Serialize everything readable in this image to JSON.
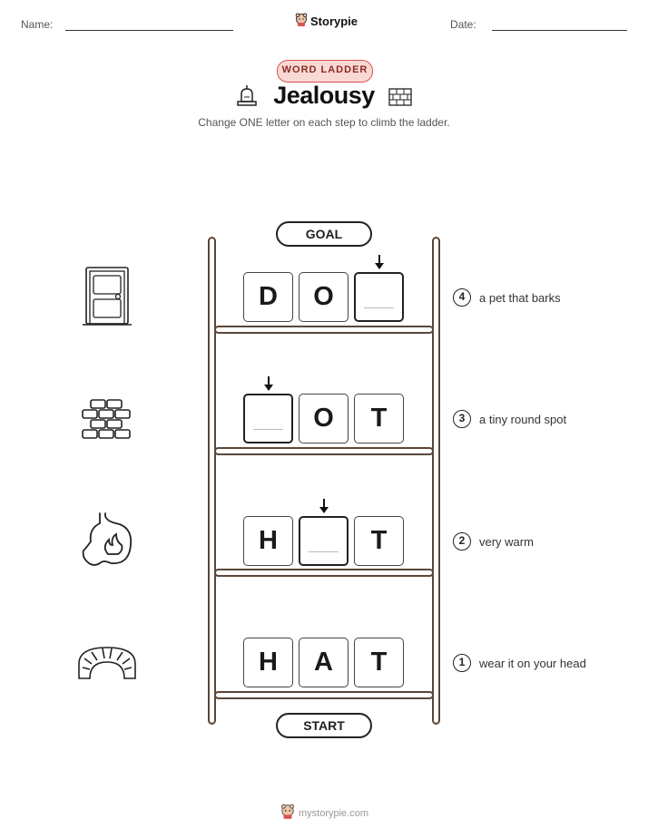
{
  "header": {
    "name_label": "Name:",
    "date_label": "Date:",
    "brand": "Storypie"
  },
  "badge": "WORD LADDER",
  "title": "Jealousy",
  "subtitle": "Change ONE letter on each step to climb the ladder.",
  "goal_label": "GOAL",
  "start_label": "START",
  "rows": [
    {
      "step": "4",
      "clue": "a pet that barks",
      "letters": [
        "D",
        "O",
        ""
      ],
      "picture": "door-icon"
    },
    {
      "step": "3",
      "clue": "a tiny round spot",
      "letters": [
        "",
        "O",
        "T"
      ],
      "picture": "brick-wall-icon"
    },
    {
      "step": "2",
      "clue": "very warm",
      "letters": [
        "H",
        "",
        "T"
      ],
      "picture": "heartburn-stomach-icon"
    },
    {
      "step": "1",
      "clue": "wear it on your head",
      "letters": [
        "H",
        "A",
        "T"
      ],
      "picture": "stone-bridge-icon"
    }
  ],
  "footer": "mystorypie.com",
  "colors": {
    "ladder": "#5a4638",
    "badge_border": "#d9534f",
    "badge_fill": "#f9d9d4"
  }
}
